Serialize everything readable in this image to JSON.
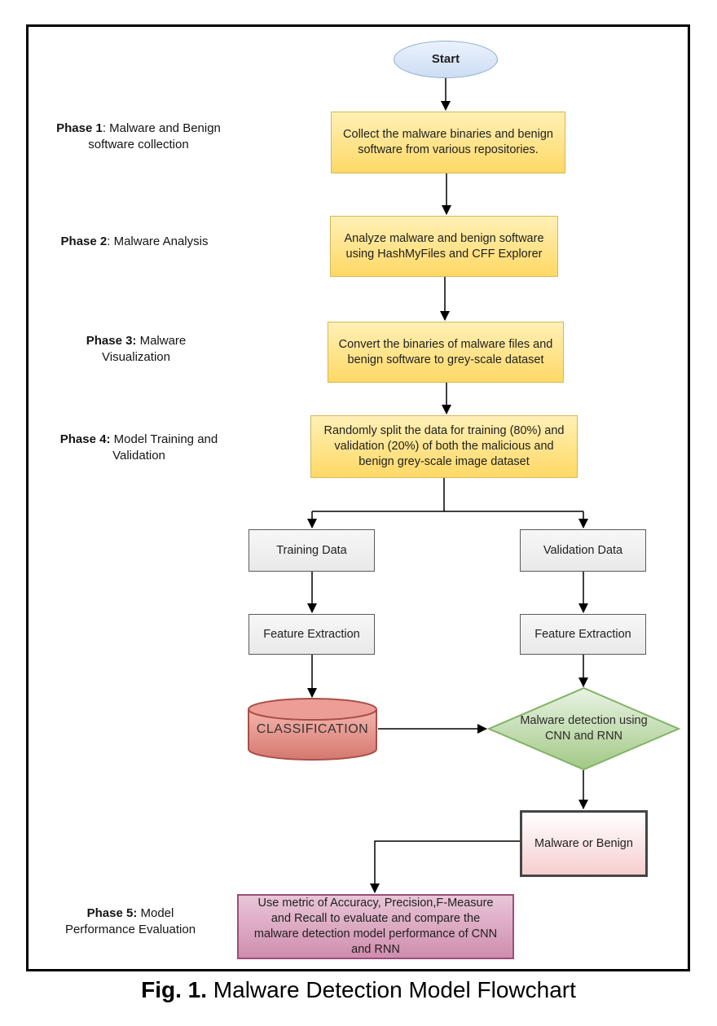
{
  "caption": {
    "bold": "Fig. 1.",
    "text": " Malware Detection Model Flowchart"
  },
  "phases": [
    {
      "bold": "Phase 1",
      "rest": ": Malware and Benign\nsoftware collection"
    },
    {
      "bold": "Phase 2",
      "rest": ": Malware Analysis"
    },
    {
      "bold": "Phase 3:",
      "rest": " Malware\nVisualization"
    },
    {
      "bold": "Phase 4:",
      "rest": " Model Training and\nValidation"
    },
    {
      "bold": "Phase 5:",
      "rest": " Model\nPerformance Evaluation"
    }
  ],
  "nodes": {
    "start": "Start",
    "collect": "Collect the malware binaries and benign\nsoftware from various repositories.",
    "analyze": "Analyze malware and benign software\nusing HashMyFiles and CFF Explorer",
    "convert": "Convert the binaries of malware files and\nbenign software to grey-scale dataset",
    "split": "Randomly split the data for training (80%) and\nvalidation (20%) of both the malicious and\nbenign grey-scale image dataset",
    "training_data": "Training Data",
    "validation_data": "Validation Data",
    "feature_extraction_left": "Feature Extraction",
    "feature_extraction_right": "Feature Extraction",
    "classification": "CLASSIFICATION",
    "detection": "Malware detection using\nCNN and RNN",
    "result": "Malware or Benign",
    "evaluate": "Use metric of Accuracy, Precision,F-Measure\nand Recall to evaluate and compare the\nmalware detection model performance of CNN\nand RNN"
  },
  "colors": {
    "terminal_fill": "#dbe7f8",
    "terminal_border": "#8faccd",
    "process_fill": "#ffd966",
    "process_border": "#d6b656",
    "data_fill": "#f0f0f0",
    "data_border": "#5b5b5b",
    "database_fill": "#e89a92",
    "database_border": "#a94f47",
    "decision_fill": "#c3dcae",
    "decision_border": "#82b366",
    "result_fill": "#f6ced0",
    "result_border": "#454545",
    "eval_fill": "#d9a0bf",
    "eval_border": "#9c4d79",
    "connector": "#000000"
  }
}
